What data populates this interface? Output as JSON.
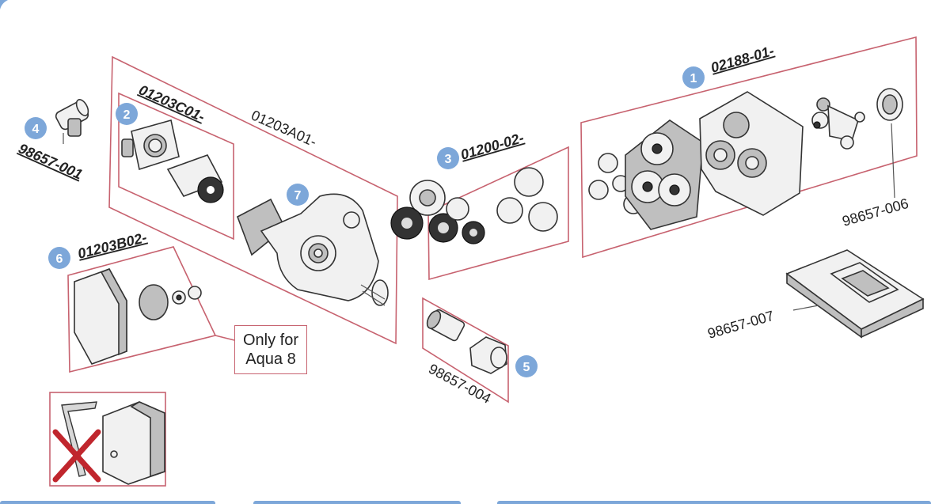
{
  "badges": [
    "1",
    "2",
    "3",
    "4",
    "5",
    "6",
    "7"
  ],
  "part_numbers": {
    "kit_1": "02188-01-",
    "kit_2": "01203C01-",
    "kit_3": "01200-02-",
    "kit_6": "01203B02-",
    "housing": "01203A01-",
    "p_001": "98657-001",
    "p_004": "98657-004",
    "p_006": "98657-006",
    "p_007": "98657-007"
  },
  "note": {
    "line1": "Only for",
    "line2": "Aqua 8"
  },
  "colors": {
    "badge": "#7da7d9",
    "box_border": "#c7626f",
    "cross": "#c0262d",
    "tab_bar": "#7da7d9"
  },
  "icons": [
    "cross-icon",
    "hex-key-icon"
  ]
}
